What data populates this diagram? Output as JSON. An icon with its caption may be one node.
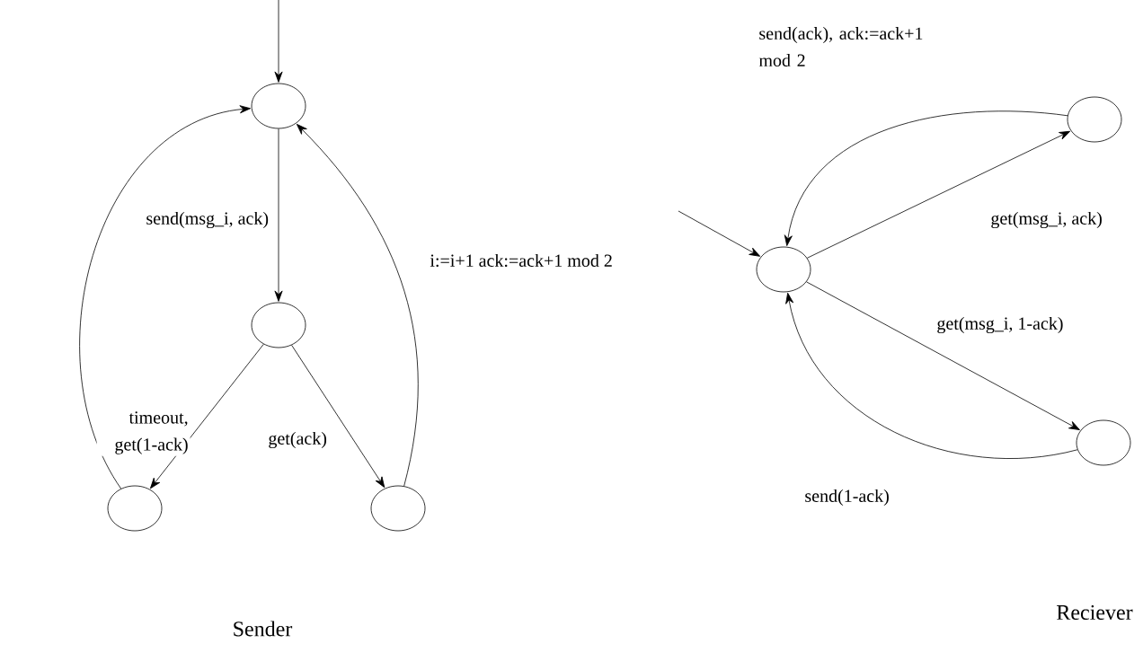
{
  "diagram": {
    "nodes": [
      {
        "text": [],
        "shape": "circle"
      },
      {
        "text": [],
        "shape": "circle"
      },
      {
        "text": [],
        "shape": "circle"
      },
      {
        "text": [],
        "shape": "circle"
      },
      {
        "text": [],
        "shape": "circle"
      },
      {
        "text": [],
        "shape": "circle"
      },
      {
        "text": [],
        "shape": "circle"
      }
    ],
    "edges": [
      {
        "from": null,
        "to": 0,
        "arrow": "to"
      },
      {
        "from": 0,
        "to": 1,
        "arrow": "to",
        "label": "send(msg_i, ack)"
      },
      {
        "from": 1,
        "to": 2,
        "arrow": "to",
        "label": "timeout, get(1-ack)"
      },
      {
        "from": 1,
        "to": 3,
        "arrow": "to",
        "label": "get(ack)"
      },
      {
        "from": 2,
        "to": 0,
        "arrow": "to"
      },
      {
        "from": 3,
        "to": 0,
        "arrow": "to",
        "label": "i:=i+1 ack:=ack+1 mod 2"
      },
      {
        "from": null,
        "to": 4,
        "arrow": "to"
      },
      {
        "from": 4,
        "to": 5,
        "arrow": "to",
        "label": "get(msg_i, ack)"
      },
      {
        "from": 5,
        "to": 4,
        "arrow": "to",
        "label": "send(ack), ack:=ack+1 mod 2"
      },
      {
        "from": 4,
        "to": 6,
        "arrow": "to",
        "label": "get(msg_i, 1-ack)"
      },
      {
        "from": 6,
        "to": 4,
        "arrow": "to",
        "label": "send(1-ack)"
      }
    ],
    "labels": [
      "Sender",
      "Reciever"
    ]
  }
}
